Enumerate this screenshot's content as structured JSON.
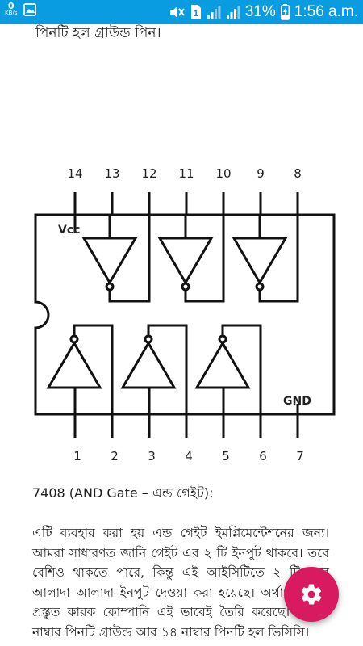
{
  "status_bar": {
    "net_speed_value": "0",
    "net_speed_unit": "KB/s",
    "sim_badge": "1",
    "battery_percent": "31%",
    "time": "1:56 a.m.",
    "icons": [
      "image-icon",
      "mute-icon",
      "sim-icon",
      "signal-icon",
      "signal-icon",
      "battery-charging-icon"
    ]
  },
  "article": {
    "cut_line": "পিনটি হল গ্রাউন্ড পিন।",
    "diagram": {
      "top_pins": [
        "14",
        "13",
        "12",
        "11",
        "10",
        "9",
        "8"
      ],
      "bottom_pins": [
        "1",
        "2",
        "3",
        "4",
        "5",
        "6",
        "7"
      ],
      "vcc_label": "Vcc",
      "gnd_label": "GND"
    },
    "section_heading": "7408 (AND Gate – এন্ড গেইট):",
    "paragraph": "এটি ব্যবহার করা হয় এন্ড গেইট ইমপ্লিমেন্টেশনের জন্য। আমরা সাধারণত জানি গেইট এর ২ টি ইনপুট থাকবে। তবে বেশিও থাকতে পারে, কিন্তু এই আইসিটিতে ২ টি করে আলাদা আলাদা ইনপুট দেওয়া করা হয়েছে। অর্থাৎ আইসি প্রস্তুত কারক কোম্পানি এই ভাবেই তৈরি করেছে। এর ৭ নাম্বার পিনটি গ্রাউন্ড আর ১৪ নাম্বার পিনটি হল ভিসিসি।"
  },
  "fab": {
    "icon": "gear-icon",
    "color": "#d81b60"
  },
  "colors": {
    "status_bar": "#0a9ce0"
  }
}
